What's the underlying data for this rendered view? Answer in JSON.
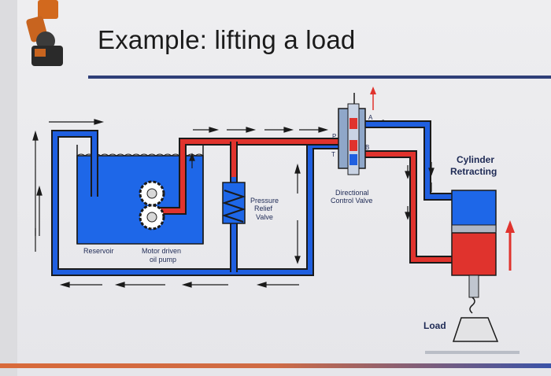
{
  "slide": {
    "title": "Example: lifting a load"
  },
  "diagram": {
    "labels": {
      "reservoir": "Reservoir",
      "pump_line1": "Motor driven",
      "pump_line2": "oil pump",
      "relief_line1": "Pressure",
      "relief_line2": "Relief",
      "relief_line3": "Valve",
      "valve_line1": "Directional",
      "valve_line2": "Control Valve",
      "port_p": "P",
      "port_t": "T",
      "port_a": "A",
      "port_b": "B",
      "cylinder_line1": "Cylinder",
      "cylinder_line2": "Retracting",
      "load": "Load"
    },
    "colors": {
      "high_pressure": "#e0332d",
      "low_pressure": "#1f5fe0",
      "fluid": "#1e67e8",
      "outline": "#1a1a1a",
      "arrow": "#1a1a1a",
      "lift_arrow": "#e0332d"
    }
  }
}
